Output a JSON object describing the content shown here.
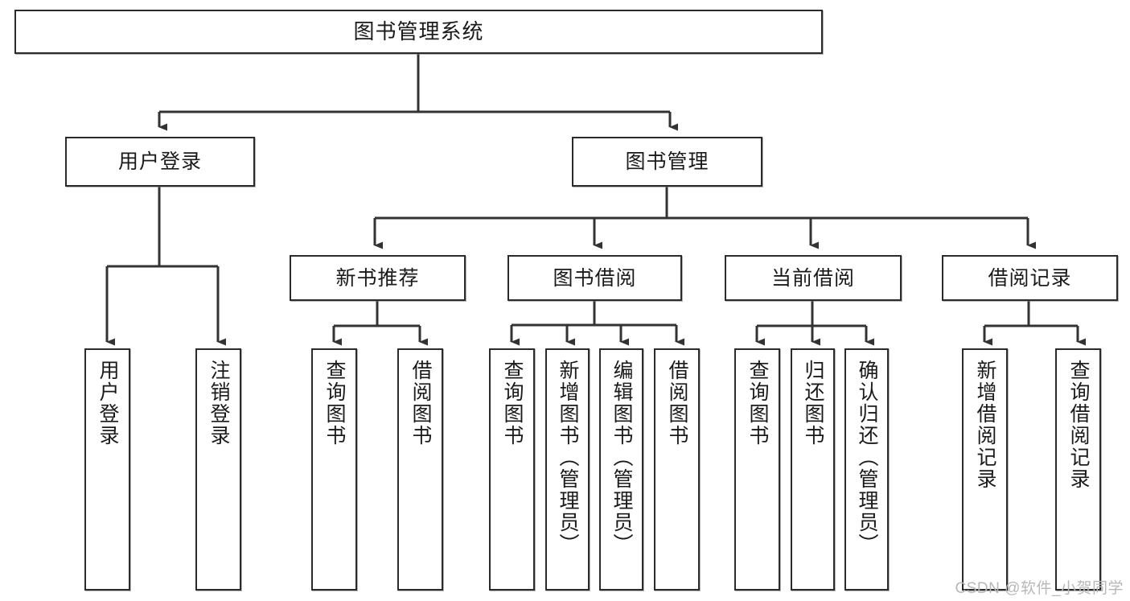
{
  "diagram": {
    "title": "图书管理系统",
    "type": "tree",
    "watermark": "CSDN @软件_小贺同学",
    "colors": {
      "box_border": "#2b2b2b",
      "box_fill": "#ffffff",
      "line": "#333333",
      "text": "#1a1a1a",
      "watermark": "#b8b8b8",
      "background": "#ffffff"
    },
    "nodes": {
      "root": {
        "label": "图书管理系统",
        "orientation": "horizontal"
      },
      "level2": [
        {
          "id": "user-login",
          "label": "用户登录",
          "orientation": "horizontal"
        },
        {
          "id": "book-manage",
          "label": "图书管理",
          "orientation": "horizontal"
        }
      ],
      "level3": [
        {
          "id": "new-book-rec",
          "label": "新书推荐",
          "orientation": "horizontal"
        },
        {
          "id": "book-borrow",
          "label": "图书借阅",
          "orientation": "horizontal"
        },
        {
          "id": "current-borrow",
          "label": "当前借阅",
          "orientation": "horizontal"
        },
        {
          "id": "borrow-record",
          "label": "借阅记录",
          "orientation": "horizontal"
        }
      ],
      "leaves": [
        {
          "id": "leaf-user-login",
          "parent": "user-login",
          "label": "用户登录",
          "orientation": "vertical"
        },
        {
          "id": "leaf-logout",
          "parent": "user-login",
          "label": "注销登录",
          "orientation": "vertical"
        },
        {
          "id": "leaf-query-book-1",
          "parent": "new-book-rec",
          "label": "查询图书",
          "orientation": "vertical"
        },
        {
          "id": "leaf-borrow-book-1",
          "parent": "new-book-rec",
          "label": "借阅图书",
          "orientation": "vertical"
        },
        {
          "id": "leaf-query-book-2",
          "parent": "book-borrow",
          "label": "查询图书",
          "orientation": "vertical"
        },
        {
          "id": "leaf-add-book",
          "parent": "book-borrow",
          "label": "新增图书（管理员）",
          "orientation": "vertical"
        },
        {
          "id": "leaf-edit-book",
          "parent": "book-borrow",
          "label": "编辑图书（管理员）",
          "orientation": "vertical"
        },
        {
          "id": "leaf-borrow-book-2",
          "parent": "book-borrow",
          "label": "借阅图书",
          "orientation": "vertical"
        },
        {
          "id": "leaf-query-book-3",
          "parent": "current-borrow",
          "label": "查询图书",
          "orientation": "vertical"
        },
        {
          "id": "leaf-return-book",
          "parent": "current-borrow",
          "label": "归还图书",
          "orientation": "vertical"
        },
        {
          "id": "leaf-confirm-return",
          "parent": "current-borrow",
          "label": "确认归还（管理员）",
          "orientation": "vertical"
        },
        {
          "id": "leaf-add-record",
          "parent": "borrow-record",
          "label": "新增借阅记录",
          "orientation": "vertical"
        },
        {
          "id": "leaf-query-record",
          "parent": "borrow-record",
          "label": "查询借阅记录",
          "orientation": "vertical"
        }
      ]
    }
  }
}
